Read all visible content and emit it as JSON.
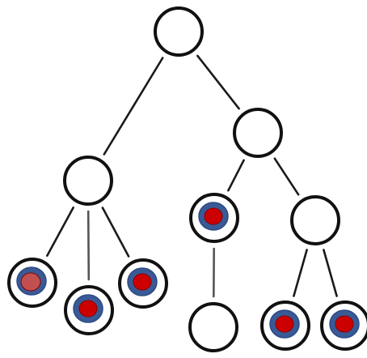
{
  "tree": {
    "colors": {
      "background": "#ffffff",
      "ring": "#111111",
      "edge": "#1a1a1a",
      "marker_outer": "#3a5a96",
      "marker_core": "#cc0000",
      "marker_core_muted": "#c25050"
    },
    "nodes": [
      {
        "id": "root",
        "marker": "none"
      },
      {
        "id": "right-child",
        "marker": "none"
      },
      {
        "id": "left-child",
        "marker": "none"
      },
      {
        "id": "left-leaf-1",
        "marker": "blue-with-muted-red"
      },
      {
        "id": "left-leaf-2",
        "marker": "blue-with-red"
      },
      {
        "id": "left-leaf-3",
        "marker": "blue-with-red"
      },
      {
        "id": "mid-marked",
        "marker": "blue-with-red"
      },
      {
        "id": "mid-leaf",
        "marker": "none"
      },
      {
        "id": "right-inner",
        "marker": "none"
      },
      {
        "id": "right-leaf-1",
        "marker": "blue-with-red"
      },
      {
        "id": "right-leaf-2",
        "marker": "blue-with-red"
      }
    ],
    "edges": [
      {
        "from": "root",
        "to": "left-child"
      },
      {
        "from": "root",
        "to": "right-child"
      },
      {
        "from": "left-child",
        "to": "left-leaf-1"
      },
      {
        "from": "left-child",
        "to": "left-leaf-2"
      },
      {
        "from": "left-child",
        "to": "left-leaf-3"
      },
      {
        "from": "right-child",
        "to": "mid-marked"
      },
      {
        "from": "right-child",
        "to": "right-inner"
      },
      {
        "from": "mid-marked",
        "to": "mid-leaf"
      },
      {
        "from": "right-inner",
        "to": "right-leaf-1"
      },
      {
        "from": "right-inner",
        "to": "right-leaf-2"
      }
    ]
  }
}
